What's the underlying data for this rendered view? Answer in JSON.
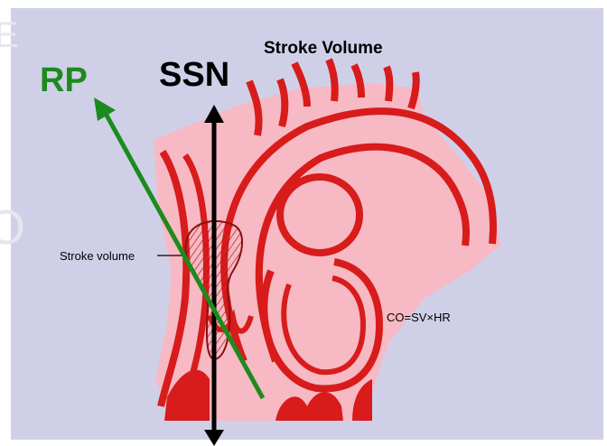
{
  "diagram": {
    "title": "Stroke Volume",
    "label_rp": "RP",
    "label_ssn": "SSN",
    "label_stroke_volume": "Stroke volume",
    "formula": "CO=SV×HR"
  },
  "colors": {
    "background": "#cfd0e8",
    "tissue": "#f7b9c3",
    "vessel": "#d81b1b",
    "rp_arrow": "#1d8a1d",
    "ssn_arrow": "#000000"
  }
}
